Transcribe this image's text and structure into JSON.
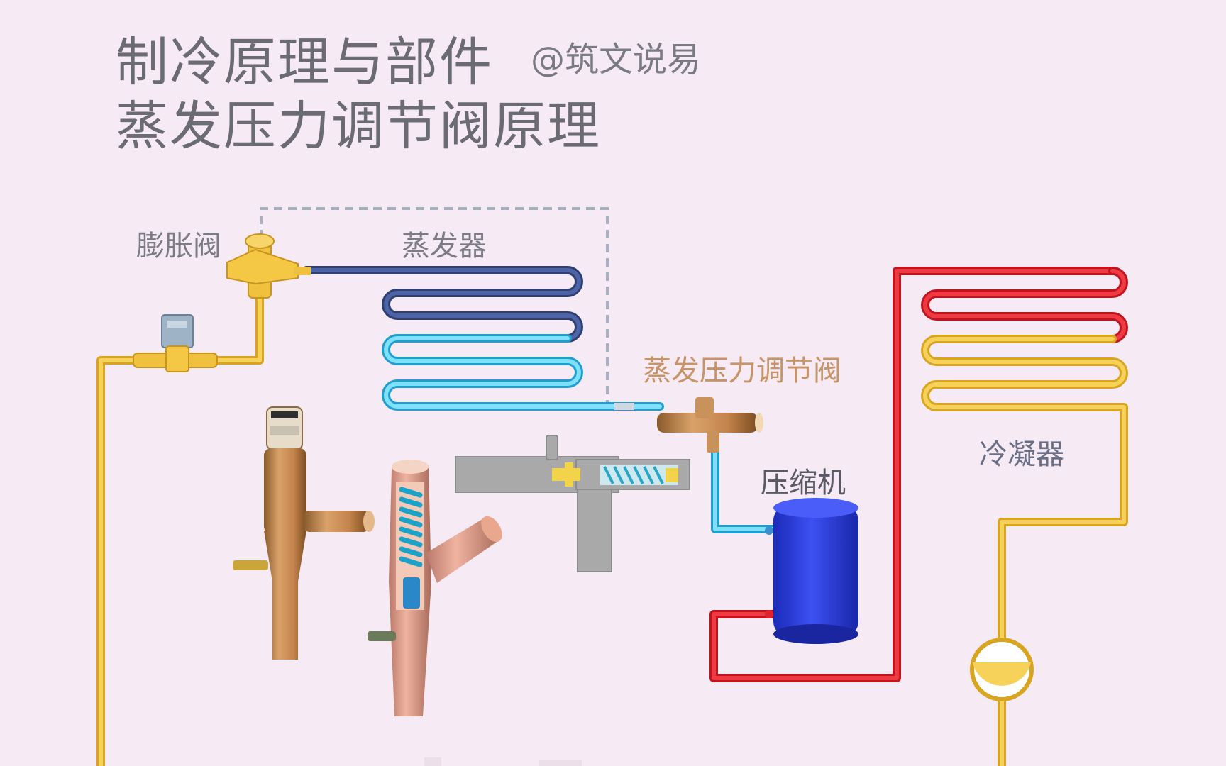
{
  "title": {
    "line1": "制冷原理与部件",
    "handle": "@筑文说易",
    "line2": "蒸发压力调节阀原理"
  },
  "labels": {
    "expansion_valve": "膨胀阀",
    "evaporator": "蒸发器",
    "epr_valve": "蒸发压力调节阀",
    "compressor": "压缩机",
    "condenser": "冷凝器"
  },
  "colors": {
    "background": "#f6eaf4",
    "liquid_line": "#f2c94c",
    "evaporator_cold": "#3a4f86",
    "evaporator_warm": "#45c8ef",
    "suction_line": "#45c8ef",
    "discharge_line": "#e0202e",
    "compressor_body": "#2f3fe0",
    "copper": "#c9925a",
    "cutaway_grey": "#a9a9a9",
    "sensing_line": "#a9b0bd"
  }
}
